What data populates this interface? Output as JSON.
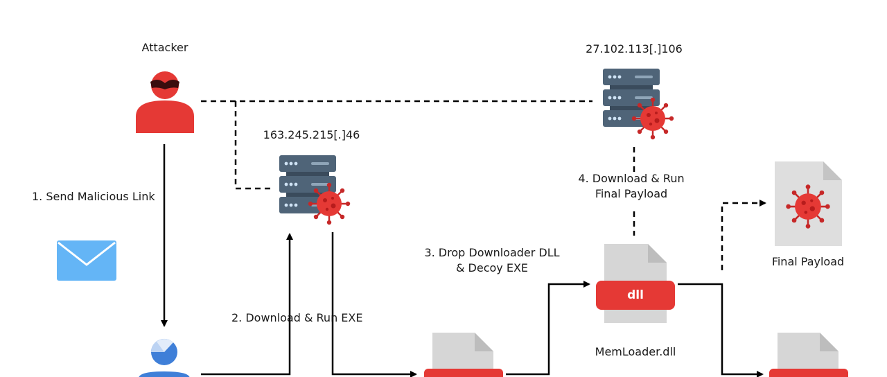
{
  "nodes": {
    "attacker": {
      "label": "Attacker"
    },
    "server_a": {
      "label": "27.102.113[.]106"
    },
    "server_b": {
      "label": "163.245.215[.]46"
    },
    "final_payload": {
      "label": "Final Payload"
    },
    "memloader": {
      "label": "MemLoader.dll",
      "badge": "dll"
    }
  },
  "steps": {
    "s1": "1. Send Malicious Link",
    "s2": "2. Download & Run EXE",
    "s3_line1": "3. Drop Downloader DLL",
    "s3_line2": "& Decoy EXE",
    "s4_line1": "4. Download & Run",
    "s4_line2": "Final Payload"
  },
  "colors": {
    "attacker_red": "#e53935",
    "threat_red": "#d32f2f",
    "server_slate": "#4f6478",
    "server_light": "#6d8499",
    "file_gray": "#d6d6d6",
    "mail_blue": "#64b5f6",
    "victim_blue": "#3f7fd8"
  },
  "icons": {
    "attacker": "attacker-masked-user-icon",
    "server": "infected-server-icon",
    "file": "file-icon",
    "mail": "email-envelope-icon",
    "victim": "victim-user-icon"
  }
}
